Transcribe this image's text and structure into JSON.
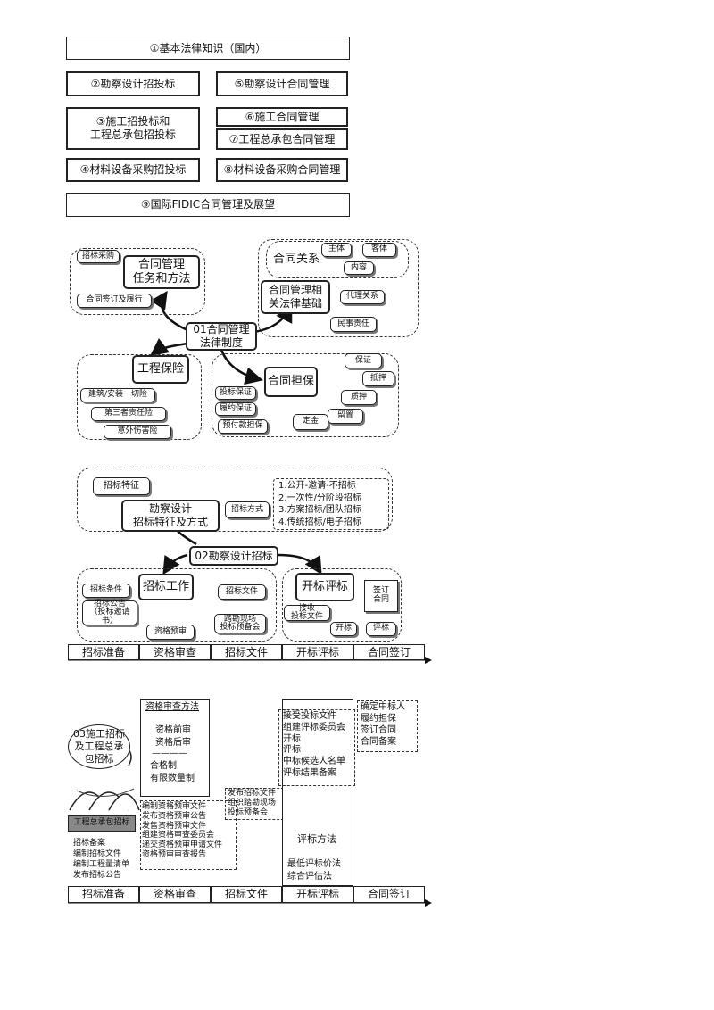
{
  "top_boxes": {
    "b1": "①基本法律知识（国内）",
    "b2": "②勘察设计招投标",
    "b5": "⑤勘察设计合同管理",
    "b3": "③施工招投标和\n工程总承包招投标",
    "b6": "⑥施工合同管理",
    "b7": "⑦工程总承包合同管理",
    "b4": "④材料设备采购招投标",
    "b8": "⑧材料设备采购合同管理",
    "b9": "⑨国际FIDIC合同管理及展望"
  },
  "section1": {
    "center": "01合同管理\n法律制度",
    "tasks": {
      "title": "合同管理\n任务和方法",
      "procurement": "招标采购",
      "signing": "合同签订及履行"
    },
    "relations": {
      "title": "合同关系",
      "subject": "主体",
      "object": "客体",
      "content": "内容",
      "law_title": "合同管理相\n关法律基础",
      "agency": "代理关系",
      "civil_liability": "民事责任"
    },
    "insurance": {
      "title": "工程保险",
      "construction": "建筑/安装一切险",
      "third_party": "第三者责任险",
      "accident": "意外伤害险"
    },
    "guarantee": {
      "title": "合同担保",
      "bid": "投标保证",
      "performance": "履约保证",
      "advance": "预付款担保",
      "deposit": "定金",
      "lien": "留置",
      "pledge": "质押",
      "mortgage": "抵押",
      "surety": "保证"
    }
  },
  "section2": {
    "center": "02勘察设计招标",
    "features": {
      "label": "招标特征",
      "title": "勘察设计\n招标特征及方式",
      "methods_label": "招标方式",
      "methods": "1.公开-邀请-不招标\n2.一次性/分阶段招标\n3.方案招标/团队招标\n4.传统招标/电子招标"
    },
    "work": {
      "title": "招标工作",
      "conditions": "招标条件",
      "announcement": "招标公告\n（投标邀请\n书）",
      "prequal": "资格预审",
      "documents": "招标文件",
      "site_visit": "踏勘现场\n投标预备会"
    },
    "evaluation": {
      "title": "开标评标",
      "receive": "接收\n投标文件",
      "opening": "开标",
      "review": "评标",
      "sign": "签订\n合同"
    },
    "timeline": [
      "招标准备",
      "资格审查",
      "招标文件",
      "开标评标",
      "合同签订"
    ]
  },
  "section3": {
    "center": "03施工招标\n及工程总承\n包招标",
    "epc_label": "工程总承包招标",
    "prep_list": "招标备案\n编制招标文件\n编制工程量清单\n发布招标公告",
    "qual": {
      "title": "资格审查方法",
      "list": "资格前审\n资格后审",
      "divider": "————",
      "list2": "合格制\n有限数量制",
      "steps": "编制资格预审文件\n发布资格预审公告\n发售资格预审文件\n组建资格审查委员会\n递交资格预审申请文件\n资格预审审查报告"
    },
    "docs": "发布招标文件\n组织踏勘现场\n投标预备会",
    "eval": {
      "steps": "接受投标文件\n组建评标委员会\n开标\n评标\n中标候选人名单\n评标结果备案",
      "title": "评标方法",
      "methods": "最低评标价法\n综合评估法"
    },
    "contract": "确定中标人\n履约担保\n签订合同\n合同备案",
    "timeline": [
      "招标准备",
      "资格审查",
      "招标文件",
      "开标评标",
      "合同签订"
    ]
  }
}
